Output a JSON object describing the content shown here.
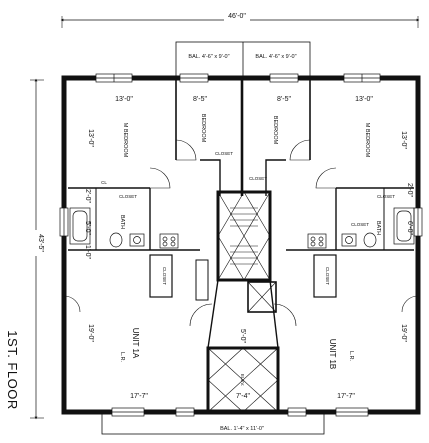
{
  "drawing": {
    "title": "1ST. FLOOR",
    "overall_width": "46'-0\"",
    "overall_depth": "43'-5\"",
    "balcony_top_left": "BAL. 4'-6\" x 9'-0\"",
    "balcony_top_right": "BAL. 4'-6\" x 9'-0\"",
    "balcony_bottom": "BAL. 1'-4\" x 11'-0\""
  },
  "unit_1a": {
    "name": "UNIT 1A",
    "bedroom_width": "13'-0\"",
    "bedroom_depth": "13'-0\"",
    "bedroom_label": "M BEDROOM",
    "bedroom2_width": "8'-5\"",
    "bedroom2_label": "BEDROOM",
    "closet_label": "CLOSET",
    "cl_label": "CL",
    "dim_2_0": "2'-0\"",
    "dim_5_0": "5'-0\"",
    "dim_1_0": "1'-0\"",
    "bath_label": "BATH",
    "closet2_label": "CLOSET",
    "lr_label": "L.R.",
    "lr_depth": "19'-0\"",
    "lr_width": "17'-7\""
  },
  "unit_1b": {
    "name": "UNIT 1B",
    "bedroom_width": "13'-0\"",
    "bedroom_depth": "13'-0\"",
    "bedroom_label": "M BEDROOM",
    "bedroom2_width": "8'-5\"",
    "bedroom2_label": "BEDROOM",
    "closet_label": "CLOSET",
    "closet_b_label": "CLOSET",
    "dim_2_0": "2'-0\"",
    "dim_6_0": "6'-0\"",
    "bath_label": "BATH",
    "closet2_label": "CLOSET",
    "lr_label": "L.R.",
    "lr_depth": "19'-0\"",
    "lr_width": "17'-7\""
  },
  "core": {
    "closet_left": "CLOSET",
    "closet_right": "CLOSET",
    "stair_dim": "5'-0\"",
    "elev_label": "ELEV.",
    "elev_dim": "7'-4\""
  }
}
